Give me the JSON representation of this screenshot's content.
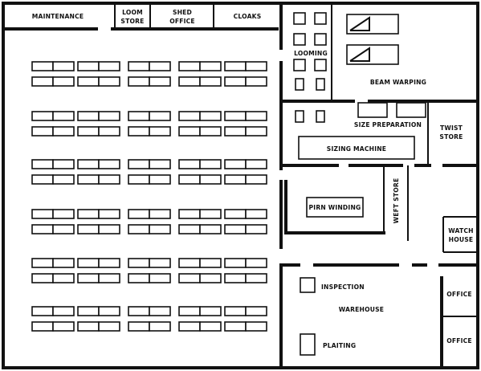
{
  "rooms": {
    "maintenance": "MAINTENANCE",
    "loom_store": [
      "LOOM",
      "STORE"
    ],
    "shed_office": [
      "SHED",
      "OFFICE"
    ],
    "cloaks": "CLOAKS",
    "looming": "LOOMING",
    "beam_warping": "BEAM WARPING",
    "size_preparation": "SIZE PREPARATION",
    "twist_store": [
      "TWIST",
      "STORE"
    ],
    "sizing_machine": "SIZING MACHINE",
    "pirn_winding": "PIRN WINDING",
    "weft_store": "WEFT STORE",
    "watch_house": [
      "WATCH",
      "HOUSE"
    ],
    "inspection": "INSPECTION",
    "warehouse": "WAREHOUSE",
    "office_upper": "OFFICE",
    "office_lower": "OFFICE",
    "plaiting": "PLAITING"
  },
  "loom_grid": {
    "row_pairs": 6,
    "column_groups": 5
  }
}
